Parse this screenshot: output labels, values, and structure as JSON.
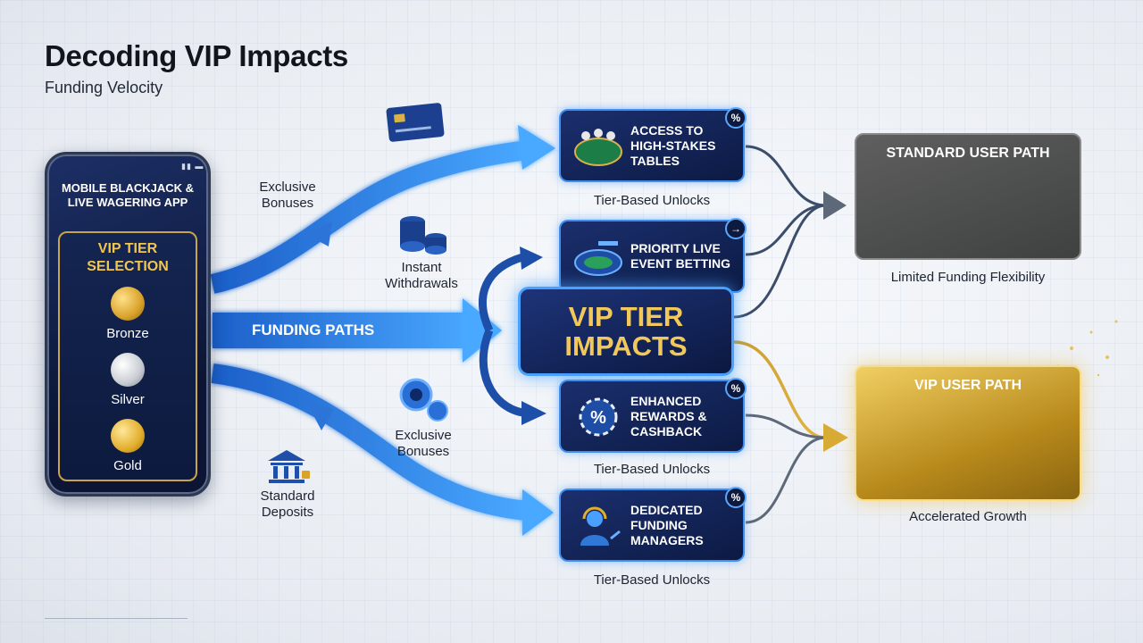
{
  "header": {
    "title": "Decoding VIP Impacts",
    "subtitle": "Funding Velocity"
  },
  "phone": {
    "app_title": "MOBILE BLACKJACK & LIVE WAGERING APP",
    "vip_heading": "VIP TIER SELECTION",
    "tiers": [
      {
        "label": "Bronze",
        "color": "#d9a22a"
      },
      {
        "label": "Silver",
        "color": "#c8ccd2"
      },
      {
        "label": "Gold",
        "color": "#e2ae2c"
      }
    ]
  },
  "flows": {
    "top_label": "Exclusive Bonuses",
    "middle_label": "FUNDING PATHS",
    "bottom_label": "Standard Deposits",
    "mid_upper_label": "Instant Withdrawals",
    "mid_lower_label": "Exclusive Bonuses"
  },
  "center": {
    "label": "VIP TIER IMPACTS"
  },
  "cards": [
    {
      "text": "ACCESS TO HIGH-STAKES TABLES",
      "badge": "%",
      "icon": "poker-table-icon",
      "note": "Tier-Based Unlocks"
    },
    {
      "text": "PRIORITY LIVE EVENT BETTING",
      "badge": "→",
      "icon": "stadium-icon",
      "note": ""
    },
    {
      "text": "ENHANCED REWARDS & CASHBACK",
      "badge": "%",
      "icon": "percent-chip-icon",
      "note": "Tier-Based Unlocks"
    },
    {
      "text": "DEDICATED FUNDING MANAGERS",
      "badge": "%",
      "icon": "headset-manager-icon",
      "note": "Tier-Based Unlocks"
    }
  ],
  "results": {
    "standard": {
      "title": "STANDARD USER PATH",
      "caption": "Limited Funding Flexibility"
    },
    "vip": {
      "title": "VIP USER PATH",
      "caption": "Accelerated Growth"
    }
  },
  "colors": {
    "accent_blue": "#2f86f5",
    "navy": "#0d1a3e",
    "gold": "#f0c552",
    "gray_panel": "#4f4f50"
  }
}
